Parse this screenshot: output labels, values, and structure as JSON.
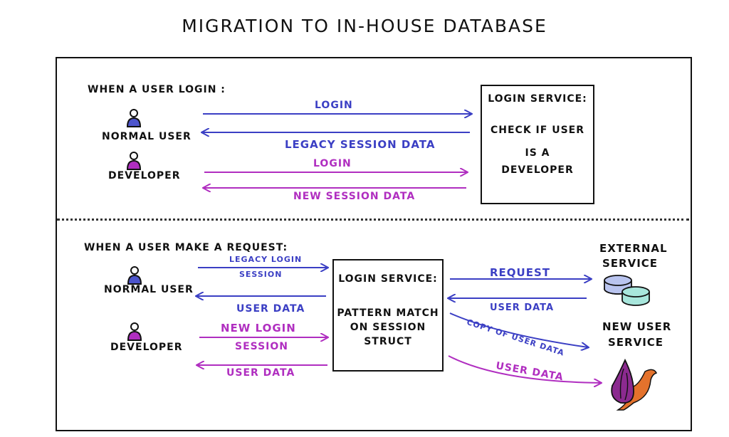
{
  "title": "MIGRATION TO IN-HOUSE DATABASE",
  "section1": {
    "heading": "WHEN A USER LOGIN :",
    "normal_user": "NORMAL USER",
    "developer": "DEVELOPER",
    "arrow_login_blue": "LOGIN",
    "arrow_legacy_session": "LEGACY SESSION DATA",
    "arrow_login_purple": "LOGIN",
    "arrow_new_session": "NEW SESSION DATA",
    "service_title": "LOGIN SERVICE:",
    "service_line1": "CHECK IF USER",
    "service_line2": "IS A",
    "service_line3": "DEVELOPER"
  },
  "section2": {
    "heading": "WHEN A USER MAKE A REQUEST:",
    "normal_user": "NORMAL USER",
    "developer": "DEVELOPER",
    "arrow_legacy_login_1": "LEGACY LOGIN",
    "arrow_legacy_login_2": "SESSION",
    "arrow_user_data_blue": "USER DATA",
    "arrow_new_login_1": "NEW LOGIN",
    "arrow_new_login_2": "SESSION",
    "arrow_user_data_purple": "USER DATA",
    "service_title": "LOGIN SERVICE:",
    "service_line1": "PATTERN MATCH",
    "service_line2": "ON SESSION",
    "service_line3": "STRUCT",
    "arrow_request": "REQUEST",
    "arrow_ext_user_data": "USER DATA",
    "arrow_copy": "COPY OF USER DATA",
    "arrow_new_user_data": "USER DATA",
    "external_1": "EXTERNAL",
    "external_2": "SERVICE",
    "new_user_1": "NEW USER",
    "new_user_2": "SERVICE"
  },
  "colors": {
    "blue": "#3b3fc4",
    "purple": "#b02ec0",
    "db_blue": "#b9c4ef",
    "db_teal": "#a8e6dc",
    "bird_orange": "#e4722c",
    "drop_purple": "#8b2a8f"
  },
  "icons": [
    "user-icon",
    "database-icon",
    "elixir-phoenix-logo"
  ]
}
